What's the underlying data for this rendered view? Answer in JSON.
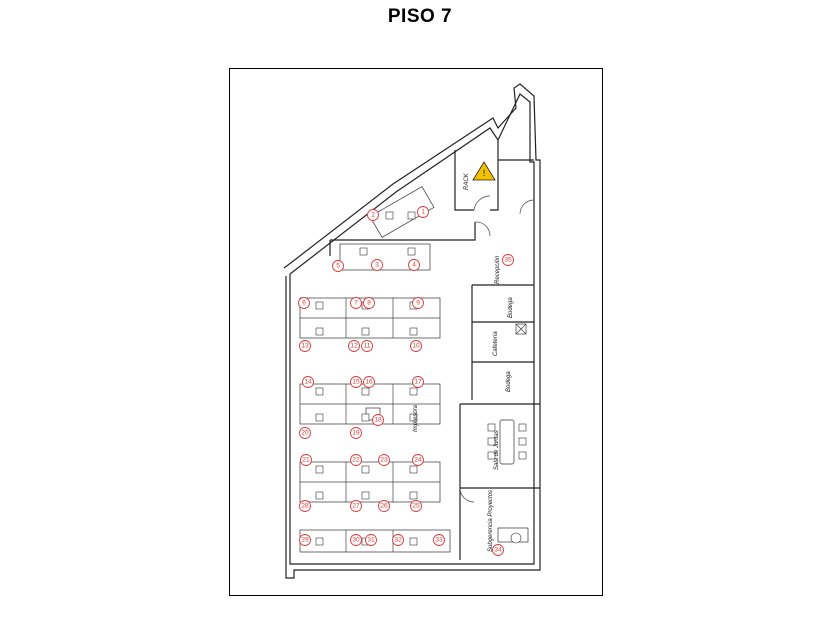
{
  "title": "PISO 7",
  "rooms": {
    "rack": "RACK",
    "recepcion": "Recepción",
    "bodega_1": "Bodega",
    "cafeteria": "Cafetería",
    "bodega_2": "Bodega",
    "sala_juntas": "Sala de Juntas",
    "gerencia": "Subgerencia Proyectos",
    "impresora": "Impresora"
  },
  "workstations": [
    "1",
    "2",
    "3",
    "4",
    "5",
    "6",
    "7",
    "8",
    "9",
    "10",
    "11",
    "12",
    "13",
    "14",
    "15",
    "16",
    "17",
    "18",
    "19",
    "20",
    "21",
    "22",
    "23",
    "24",
    "25",
    "26",
    "27",
    "28",
    "29",
    "30",
    "31",
    "32",
    "33",
    "34",
    "35"
  ],
  "colors": {
    "station_number": "#e03a3a",
    "warning_sign": "#f2c200",
    "line": "#222222"
  },
  "icons": [
    "warning-icon"
  ]
}
